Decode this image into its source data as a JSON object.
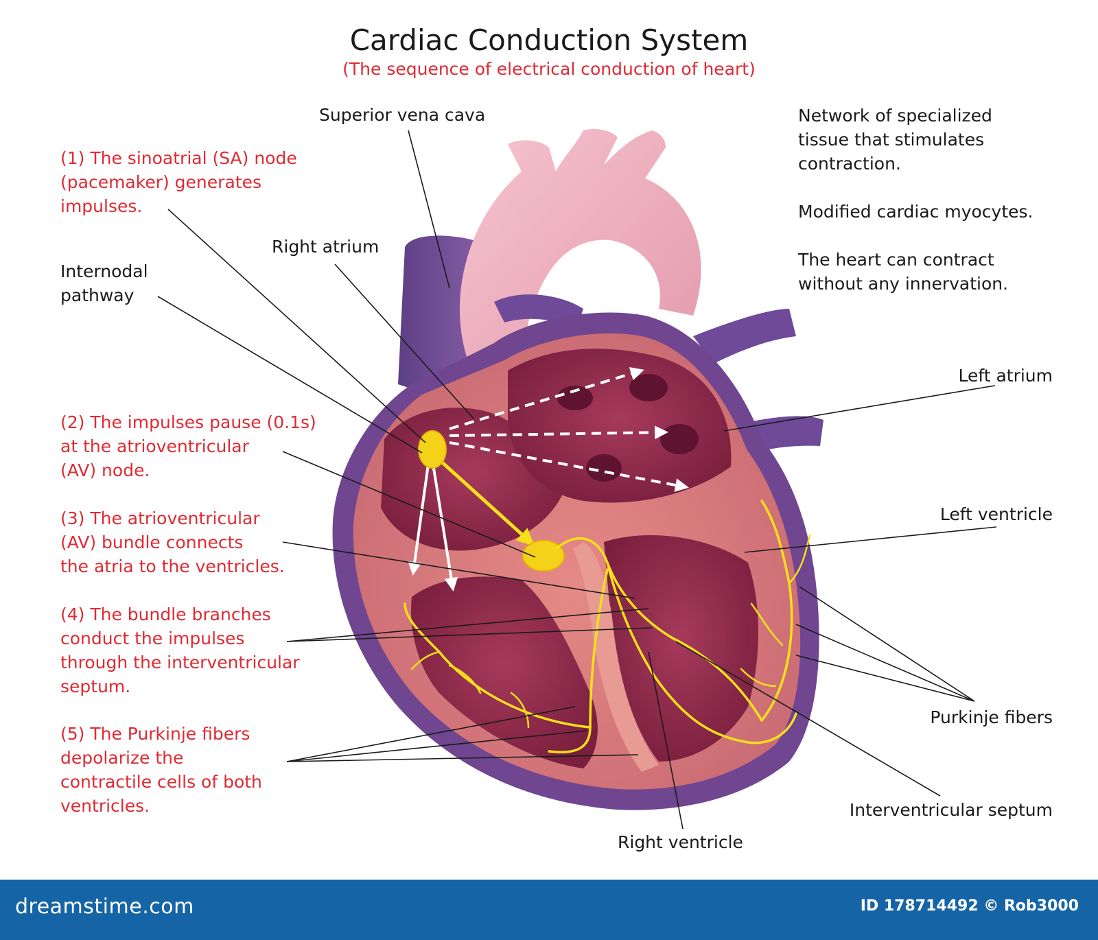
{
  "title": "Cardiac Conduction System",
  "subtitle": "(The sequence of electrical conduction of heart)",
  "steps": {
    "s1": "(1) The sinoatrial (SA) node\n(pacemaker) generates\nimpulses.",
    "s2": "(2) The impulses pause (0.1s)\nat the atrioventricular\n(AV) node.",
    "s3": "(3) The atrioventricular\n(AV) bundle connects\nthe atria to the ventricles.",
    "s4": "(4) The bundle branches\nconduct the impulses\nthrough the interventricular\nseptum.",
    "s5": "(5) The Purkinje fibers\ndepolarize the\ncontractile cells of both\nventricles."
  },
  "labels": {
    "svc": "Superior vena cava",
    "right_atrium": "Right atrium",
    "internodal": "Internodal\npathway",
    "left_atrium": "Left atrium",
    "left_ventricle": "Left ventricle",
    "purkinje": "Purkinje fibers",
    "septum": "Interventricular septum",
    "right_ventricle": "Right ventricle"
  },
  "notes": {
    "n1": "Network of specialized\ntissue that stimulates\ncontraction.",
    "n2": "Modified cardiac myocytes.",
    "n3": "The heart can contract\nwithout any innervation."
  },
  "footer": {
    "brand": "dreamstime.com",
    "credit": "ID 178714492 © Rob3000"
  },
  "colors": {
    "accent_red": "#e02a33",
    "footer_blue": "#1564a6",
    "conduction_yellow": "#f5e01a"
  }
}
